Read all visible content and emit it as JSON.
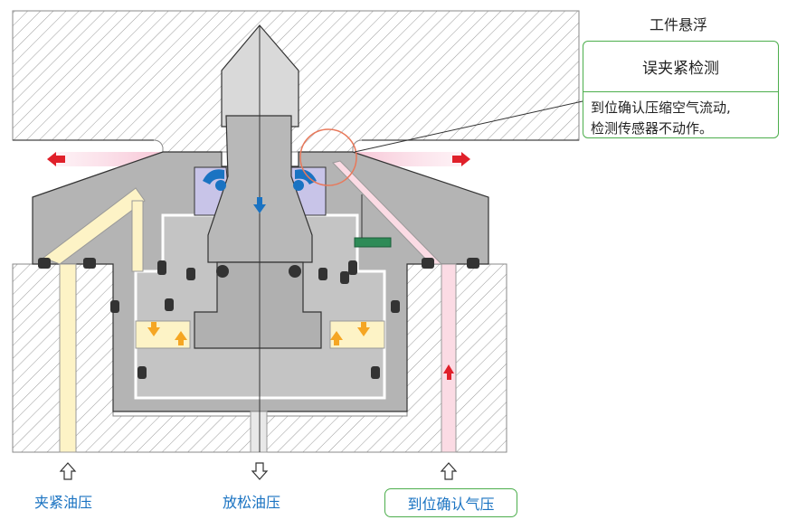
{
  "status_title": "工件悬浮",
  "callout": {
    "title": "误夹紧检测",
    "body_line1": "到位确认压缩空气流动,",
    "body_line2": "检测传感器不动作。"
  },
  "ports": {
    "clamp": "夹紧油压",
    "release": "放松油压",
    "confirm": "到位确认气压"
  },
  "colors": {
    "clamp_oil": "#fdf3c6",
    "air_flow": "#f7c8d6",
    "body_gray": "#b4b4b4",
    "lavender": "#c8c4e8",
    "sensor_green": "#2e8b57",
    "arrow_red": "#e0202a",
    "arrow_blue": "#1a73c2",
    "arrow_orange": "#f5a623",
    "callout_border": "#4cae4c",
    "callout_circle": "#e8785a"
  }
}
